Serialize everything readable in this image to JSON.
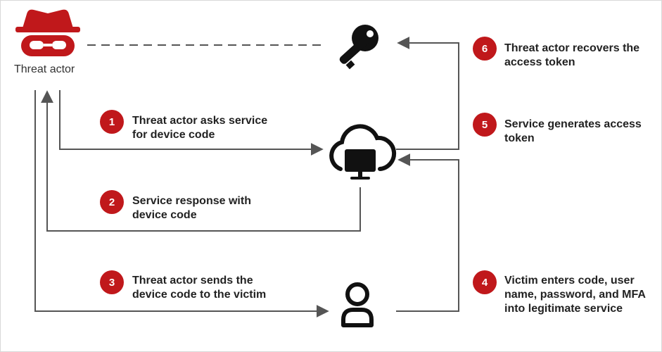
{
  "colors": {
    "accent": "#c0181b",
    "line": "#555555",
    "icon": "#111111"
  },
  "actor": {
    "label": "Threat actor",
    "icon": "spy-hat-glasses-icon"
  },
  "icons": {
    "key": "key-icon",
    "service": "cloud-monitor-icon",
    "victim": "user-icon"
  },
  "steps": [
    {
      "number": "1",
      "lines": [
        "Threat actor asks service",
        "for device code"
      ]
    },
    {
      "number": "2",
      "lines": [
        "Service response with",
        "device code"
      ]
    },
    {
      "number": "3",
      "lines": [
        "Threat actor sends the",
        "device code to the victim"
      ]
    },
    {
      "number": "4",
      "lines": [
        "Victim enters code, user",
        "name, password, and MFA",
        "into legitimate service"
      ]
    },
    {
      "number": "5",
      "lines": [
        "Service generates access",
        "token"
      ]
    },
    {
      "number": "6",
      "lines": [
        "Threat actor recovers the",
        "access token"
      ]
    }
  ]
}
